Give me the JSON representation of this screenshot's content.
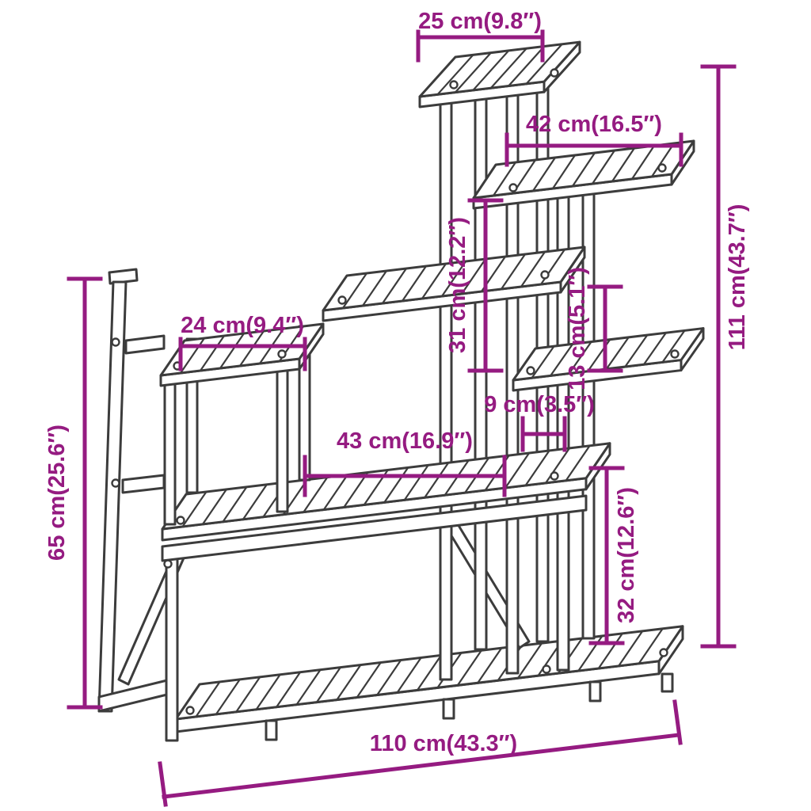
{
  "page": {
    "title": "Wooden plant stand dimension diagram",
    "background_color": "#ffffff"
  },
  "diagram": {
    "type": "product-dimension-diagram",
    "subject": "multi-tier wooden plant stand",
    "accent_color": "#951b81",
    "line_color": "#3c3c3c",
    "dimensions": {
      "top_shelf_width": {
        "label": "25 cm(9.8″)",
        "value_cm": 25,
        "value_in": 9.8,
        "orientation": "horizontal"
      },
      "second_shelf_width": {
        "label": "42 cm(16.5″)",
        "value_cm": 42,
        "value_in": 16.5,
        "orientation": "horizontal"
      },
      "total_height": {
        "label": "111 cm(43.7″)",
        "value_cm": 111,
        "value_in": 43.7,
        "orientation": "vertical"
      },
      "upper_tier_gap": {
        "label": "31 cm(12.2″)",
        "value_cm": 31,
        "value_in": 12.2,
        "orientation": "vertical"
      },
      "tier_gap": {
        "label": "13 cm(5.1″)",
        "value_cm": 13,
        "value_in": 5.1,
        "orientation": "vertical"
      },
      "left_shelf_width": {
        "label": "24 cm(9.4″)",
        "value_cm": 24,
        "value_in": 9.4,
        "orientation": "horizontal"
      },
      "middle_shelf_width": {
        "label": "43 cm(16.9″)",
        "value_cm": 43,
        "value_in": 16.9,
        "orientation": "horizontal"
      },
      "shelf_offset": {
        "label": "9 cm(3.5″)",
        "value_cm": 9,
        "value_in": 3.5,
        "orientation": "horizontal"
      },
      "left_section_height": {
        "label": "65 cm(25.6″)",
        "value_cm": 65,
        "value_in": 25.6,
        "orientation": "vertical"
      },
      "bottom_tier_height": {
        "label": "32 cm(12.6″)",
        "value_cm": 32,
        "value_in": 12.6,
        "orientation": "vertical"
      },
      "total_width": {
        "label": "110 cm(43.3″)",
        "value_cm": 110,
        "value_in": 43.3,
        "orientation": "horizontal"
      }
    }
  }
}
